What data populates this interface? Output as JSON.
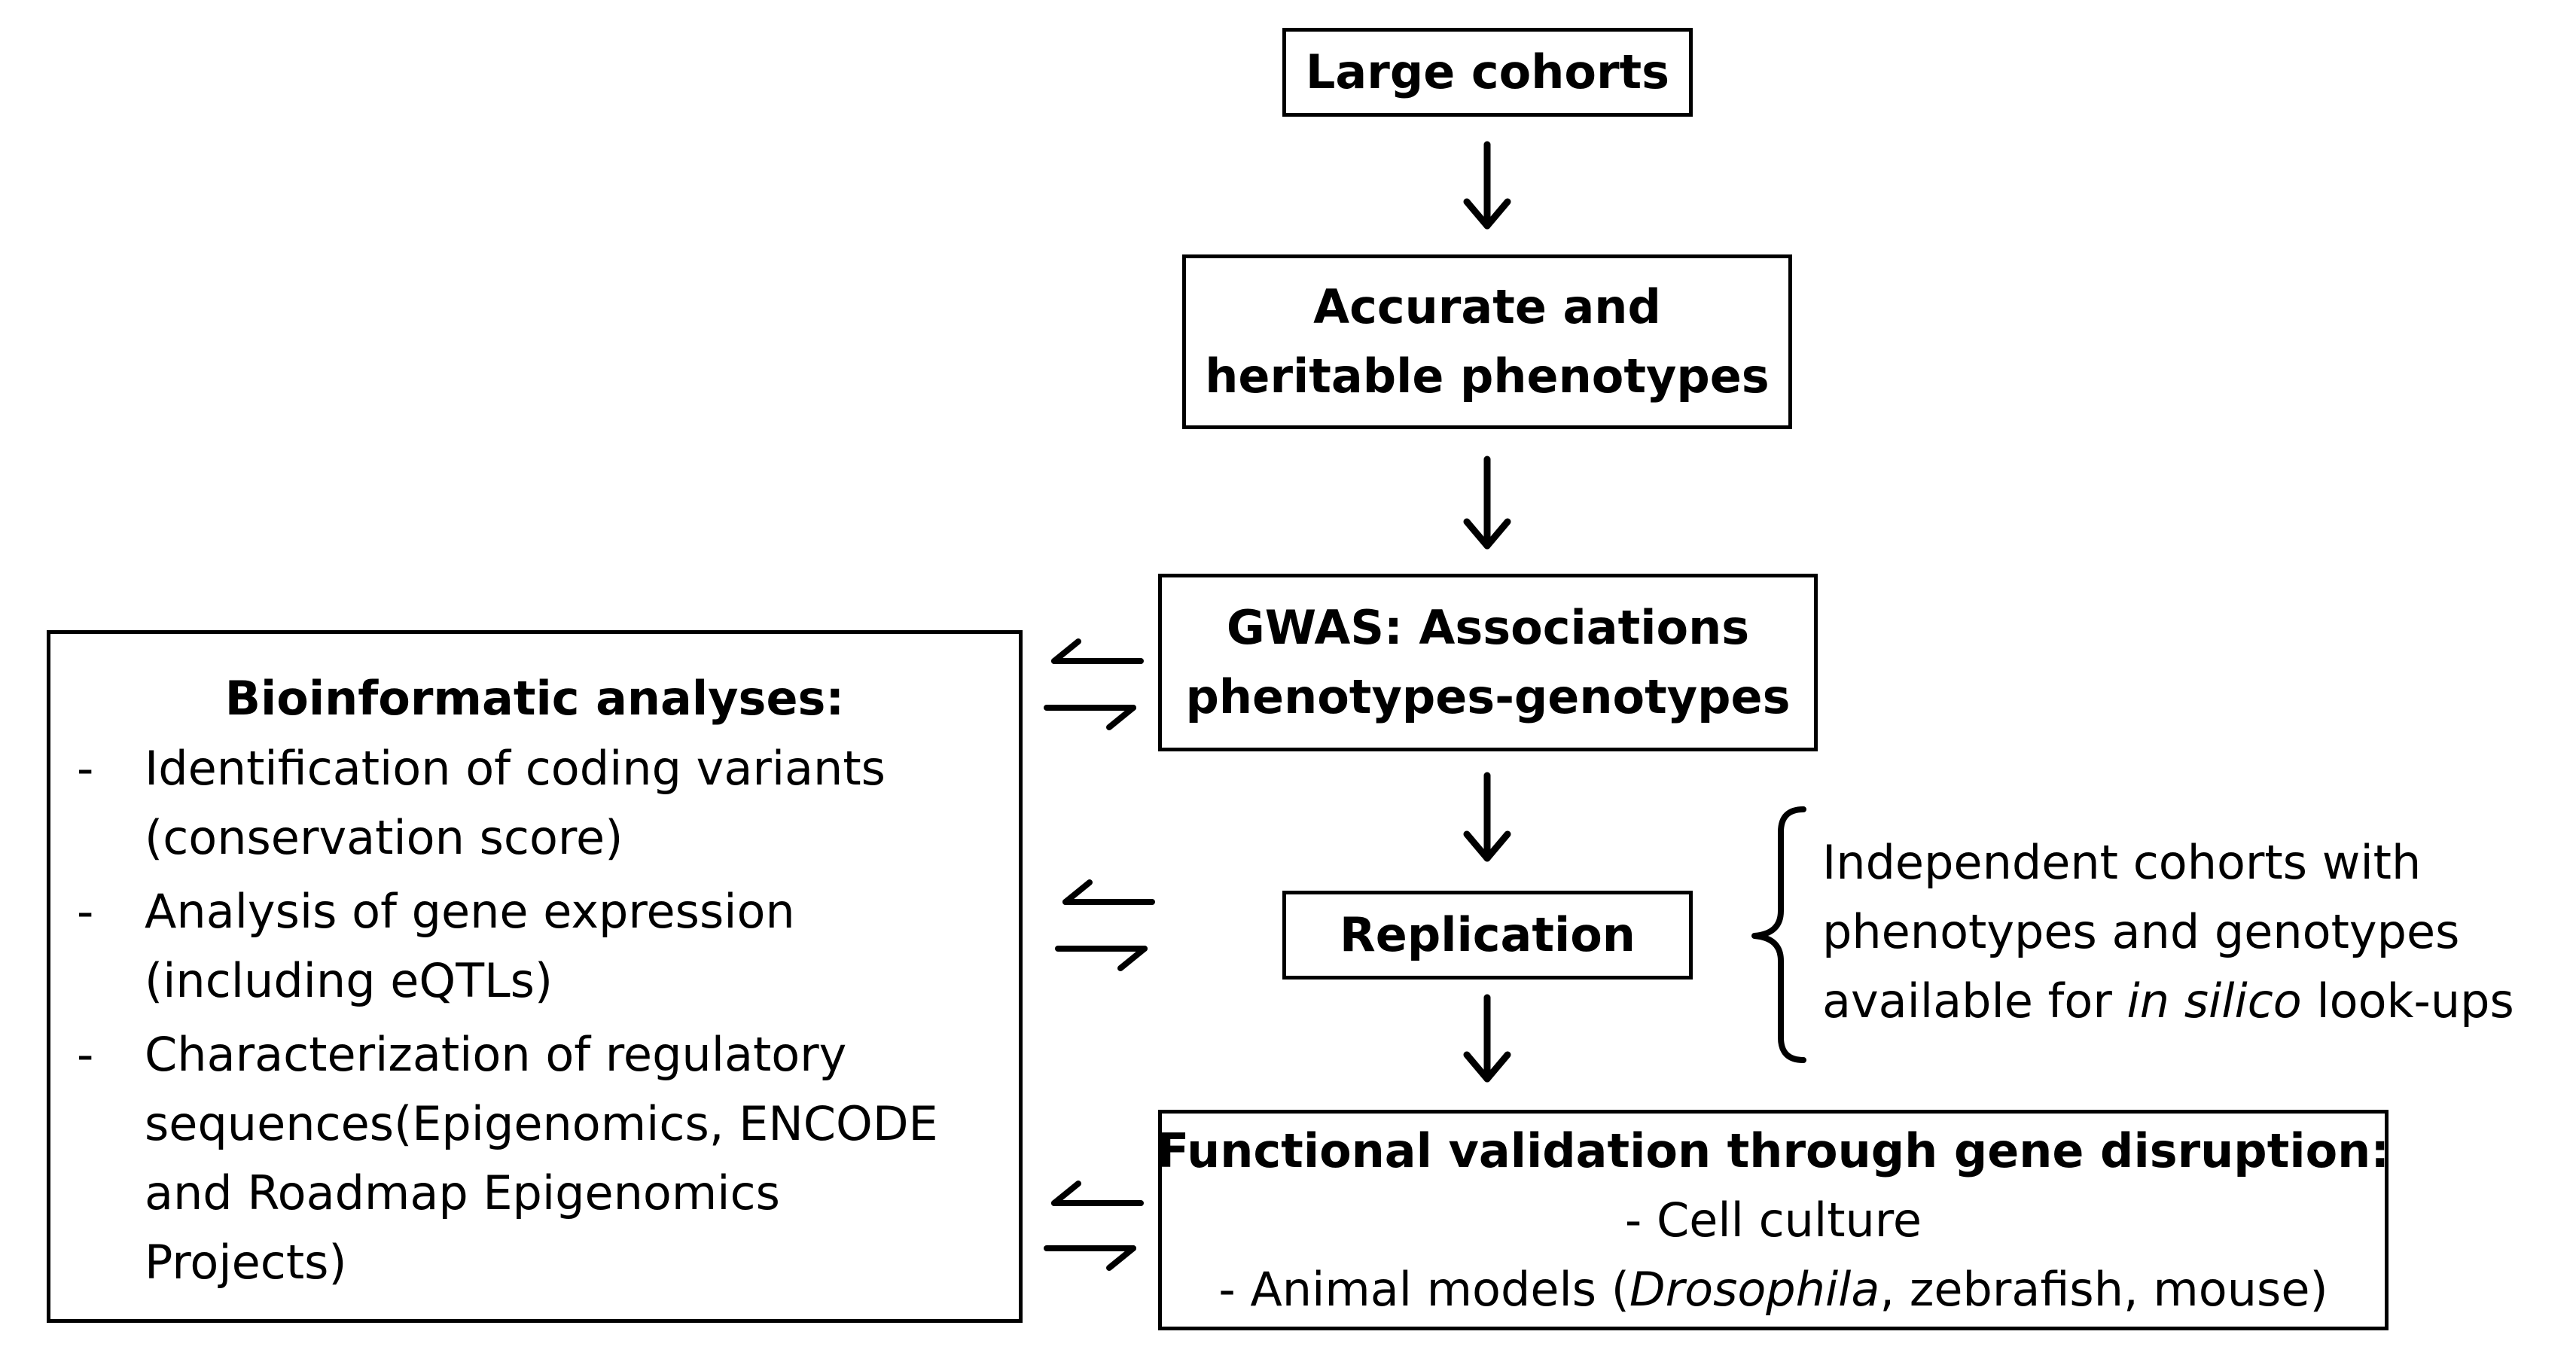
{
  "boxes": {
    "cohorts": {
      "label": "Large cohorts"
    },
    "phenotypes": {
      "line1": "Accurate and",
      "line2": "heritable phenotypes"
    },
    "gwas": {
      "line1": "GWAS: Associations",
      "line2": "phenotypes-genotypes"
    },
    "replication": {
      "label": "Replication"
    },
    "functional": {
      "title": "Functional validation through gene disruption:",
      "item1": "- Cell culture",
      "item2_prefix": "- Animal models (",
      "item2_italic": "Drosophila",
      "item2_suffix": ", zebrafish, mouse)"
    }
  },
  "bioinformatics": {
    "title": "Bioinformatic analyses:",
    "dash": "-",
    "items": [
      {
        "lines": [
          "Identification of coding variants",
          "(conservation score)"
        ]
      },
      {
        "lines": [
          "Analysis of gene expression",
          "(including eQTLs)"
        ]
      },
      {
        "lines": [
          "Characterization of regulatory",
          "sequences(Epigenomics, ENCODE",
          "and Roadmap Epigenomics",
          "Projects)"
        ]
      }
    ]
  },
  "independent_cohorts": {
    "line1": "Independent cohorts with",
    "line2": "phenotypes and genotypes",
    "line3_prefix": "available for ",
    "line3_italic": "in silico",
    "line3_suffix": " look-ups"
  }
}
